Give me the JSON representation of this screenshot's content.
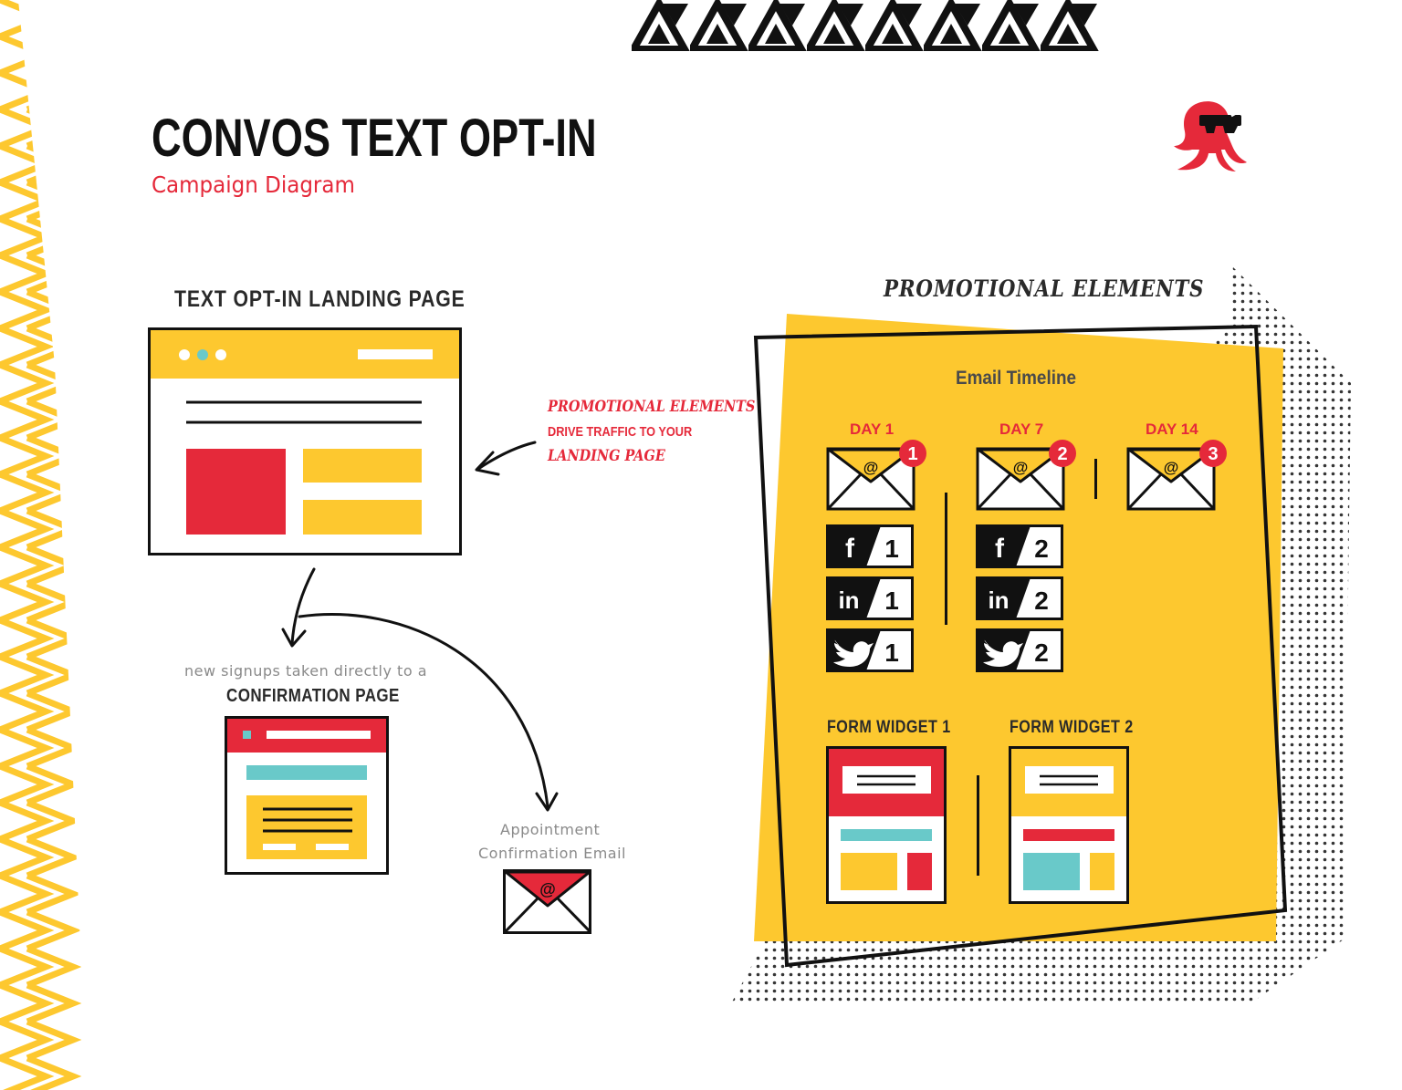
{
  "header": {
    "title": "CONVOS TEXT OPT-IN",
    "subtitle": "Campaign Diagram"
  },
  "landing": {
    "heading": "TEXT OPT-IN LANDING PAGE"
  },
  "callout": {
    "line1": "PROMOTIONAL ELEMENTS",
    "line2": "DRIVE TRAFFIC TO YOUR",
    "line3": "LANDING PAGE"
  },
  "confirmation": {
    "note": "new signups taken directly to a",
    "heading": "CONFIRMATION PAGE"
  },
  "appointment": {
    "line1": "Appointment",
    "line2": "Confirmation Email"
  },
  "promo": {
    "heading": "PROMOTIONAL ELEMENTS",
    "email_timeline": "Email Timeline",
    "days": [
      {
        "label": "DAY 1",
        "badge": "1"
      },
      {
        "label": "DAY 7",
        "badge": "2"
      },
      {
        "label": "DAY 14",
        "badge": "3"
      }
    ],
    "social_col1": [
      {
        "icon": "facebook-icon",
        "glyph": "f",
        "count": "1"
      },
      {
        "icon": "linkedin-icon",
        "glyph": "in",
        "count": "1"
      },
      {
        "icon": "twitter-icon",
        "glyph": "",
        "count": "1"
      }
    ],
    "social_col2": [
      {
        "icon": "facebook-icon",
        "glyph": "f",
        "count": "2"
      },
      {
        "icon": "linkedin-icon",
        "glyph": "in",
        "count": "2"
      },
      {
        "icon": "twitter-icon",
        "glyph": "",
        "count": "2"
      }
    ],
    "widget1": "FORM WIDGET 1",
    "widget2": "FORM WIDGET 2"
  },
  "colors": {
    "yellow": "#fdc82f",
    "red": "#e5293a",
    "teal": "#69c9c9",
    "black": "#111111"
  }
}
